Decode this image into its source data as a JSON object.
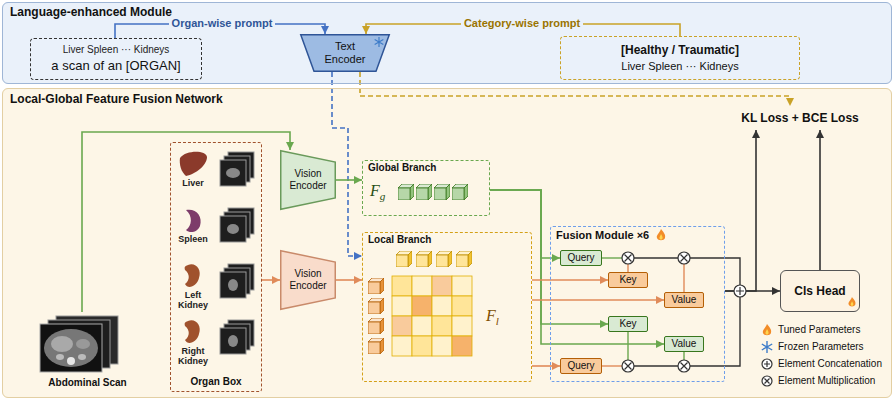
{
  "diagram": {
    "nodes": [
      {
        "text": [
          "Language-enhanced Module"
        ]
      },
      {
        "text": [
          "Liver Spleen ··· Kidneys",
          "a scan of an [ORGAN]"
        ],
        "in": 0
      },
      {
        "text": [
          "Text Encoder"
        ],
        "in": 0
      },
      {
        "text": [
          "[Healthy / Traumatic]",
          "Liver Spleen ··· Kidneys"
        ],
        "in": 0
      },
      {
        "text": [
          "Local-Global Feature Fusion Network"
        ]
      },
      {
        "text": [
          "Abdominal Scan"
        ],
        "in": 4
      },
      {
        "text": [
          "Organ Box"
        ],
        "in": 4
      },
      {
        "text": [
          "Vision Encoder"
        ],
        "in": 4
      },
      {
        "text": [
          "Vision Encoder"
        ],
        "in": 4
      },
      {
        "text": [
          "Global Branch",
          "Fg"
        ],
        "in": 4
      },
      {
        "text": [
          "Local Branch",
          "Fl"
        ],
        "in": 4
      },
      {
        "text": [
          "Fusion Module ×6"
        ],
        "in": 4
      },
      {
        "text": [
          "Query"
        ],
        "in": 11
      },
      {
        "text": [
          "Key"
        ],
        "in": 11
      },
      {
        "text": [
          "Value"
        ],
        "in": 11
      },
      {
        "text": [
          "Key"
        ],
        "in": 11
      },
      {
        "text": [
          "Value"
        ],
        "in": 11
      },
      {
        "text": [
          "Query"
        ],
        "in": 11
      },
      {
        "text": [
          "Cls Head"
        ],
        "in": 4
      },
      {
        "text": [
          "KL Loss + BCE Loss"
        ],
        "in": 4
      }
    ],
    "edges": [
      {
        "from": 1,
        "to": 2,
        "arrow": "to",
        "label": "Organ-wise prompt"
      },
      {
        "from": 3,
        "to": 2,
        "arrow": "to",
        "label": "Category-wise prompt"
      },
      {
        "from": 2,
        "to": 10,
        "arrow": "to"
      },
      {
        "from": 2,
        "to": 19,
        "arrow": "to"
      },
      {
        "from": 5,
        "to": 7,
        "arrow": "to"
      },
      {
        "from": 6,
        "to": 8,
        "arrow": "to"
      },
      {
        "from": 7,
        "to": 9,
        "arrow": "to"
      },
      {
        "from": 8,
        "to": 10,
        "arrow": "to"
      },
      {
        "from": 9,
        "to": 12,
        "arrow": "to"
      },
      {
        "from": 9,
        "to": 15,
        "arrow": "to"
      },
      {
        "from": 9,
        "to": 16,
        "arrow": "to"
      },
      {
        "from": 10,
        "to": 13,
        "arrow": "to"
      },
      {
        "from": 10,
        "to": 14,
        "arrow": "to"
      },
      {
        "from": 10,
        "to": 17,
        "arrow": "to"
      },
      {
        "from": 11,
        "to": 18,
        "arrow": "to"
      },
      {
        "from": 11,
        "to": 19,
        "arrow": "to"
      },
      {
        "from": 18,
        "to": 19,
        "arrow": "to"
      }
    ],
    "labels": [
      "Liver",
      "Spleen",
      "Left Kidney",
      "Right Kidney"
    ],
    "legend": [
      {
        "text": "Tuned Parameters"
      },
      {
        "text": "Frozen Parameters"
      },
      {
        "text": "Element Concatenation"
      },
      {
        "text": "Element Multiplication"
      }
    ]
  }
}
